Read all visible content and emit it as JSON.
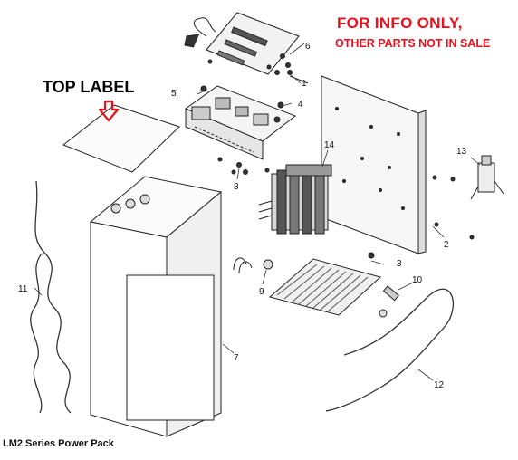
{
  "notice": {
    "line1": "FOR  INFO ONLY,",
    "line2": "OTHER PARTS NOT IN SALE",
    "color": "#e8101a"
  },
  "top_label": "TOP LABEL",
  "caption": "LM2 Series Power Pack",
  "part_numbers": {
    "p1": "1",
    "p2": "2",
    "p3": "3",
    "p4": "4",
    "p5": "5",
    "p6": "6",
    "p7": "7",
    "p8": "8",
    "p9": "9",
    "p10": "10",
    "p11": "11",
    "p12": "12",
    "p13": "13",
    "p14": "14"
  },
  "arrow_color": "#e8101a"
}
